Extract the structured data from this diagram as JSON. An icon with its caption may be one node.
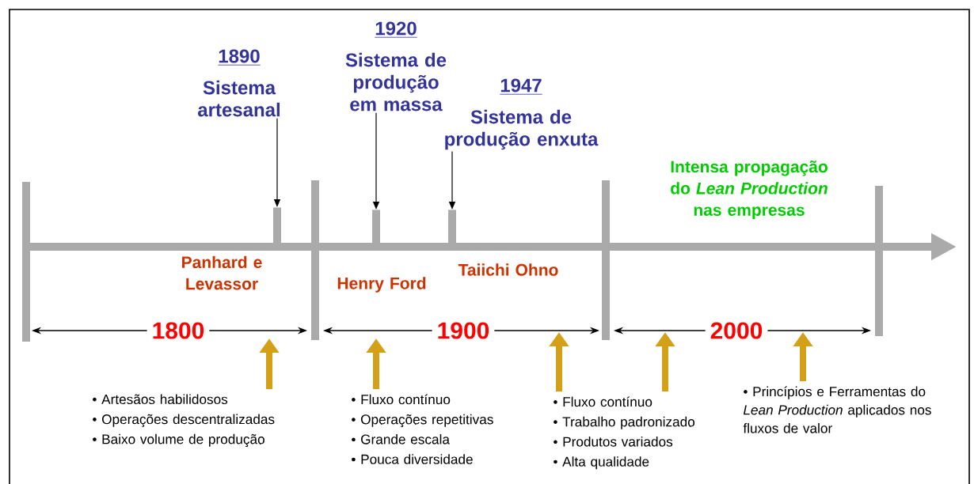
{
  "diagram": {
    "nodes": [
      {
        "text": [
          "1890",
          "Sistema artesanal"
        ]
      },
      {
        "text": [
          "1920",
          "Sistema de produção em massa"
        ]
      },
      {
        "text": [
          "1947",
          "Sistema de produção enxuta"
        ]
      },
      {
        "text": [],
        "shape": "bar"
      },
      {
        "text": [],
        "shape": "bar"
      },
      {
        "text": [],
        "shape": "bar"
      },
      {
        "text": [
          "• Artesãos habilidosos",
          "• Operações descentralizadas",
          "• Baixo volume de produção"
        ]
      },
      {
        "text": [
          "• Fluxo contínuo",
          "• Operações repetitivas",
          "• Grande escala",
          "• Pouca diversidade"
        ]
      },
      {
        "text": [
          "• Fluxo contínuo",
          "• Trabalho padronizado",
          "• Produtos variados",
          "• Alta qualidade"
        ]
      },
      {
        "text": [
          "• Princípios e Ferramentas do *Lean Production* aplicados nos fluxos de valor"
        ]
      }
    ],
    "edges": [
      {
        "from": 0,
        "to": 3,
        "arrow": "to",
        "color": "#000000"
      },
      {
        "from": 1,
        "to": 4,
        "arrow": "to",
        "color": "#000000"
      },
      {
        "from": 2,
        "to": 5,
        "arrow": "to",
        "color": "#000000"
      },
      {
        "from": 6,
        "to": null,
        "arrow": "to"
      },
      {
        "from": 7,
        "to": null,
        "arrow": "to"
      },
      {
        "from": 8,
        "to": null,
        "arrow": "to"
      },
      {
        "from": 8,
        "to": null,
        "arrow": "to"
      },
      {
        "from": 9,
        "to": null,
        "arrow": "to"
      }
    ],
    "labels": [
      "Panhard e Levassor",
      "Henry Ford",
      "Taiichi Ohno",
      "Intensa propagação do *Lean Production* nas empresas",
      "1800",
      "1900",
      "2000"
    ]
  }
}
